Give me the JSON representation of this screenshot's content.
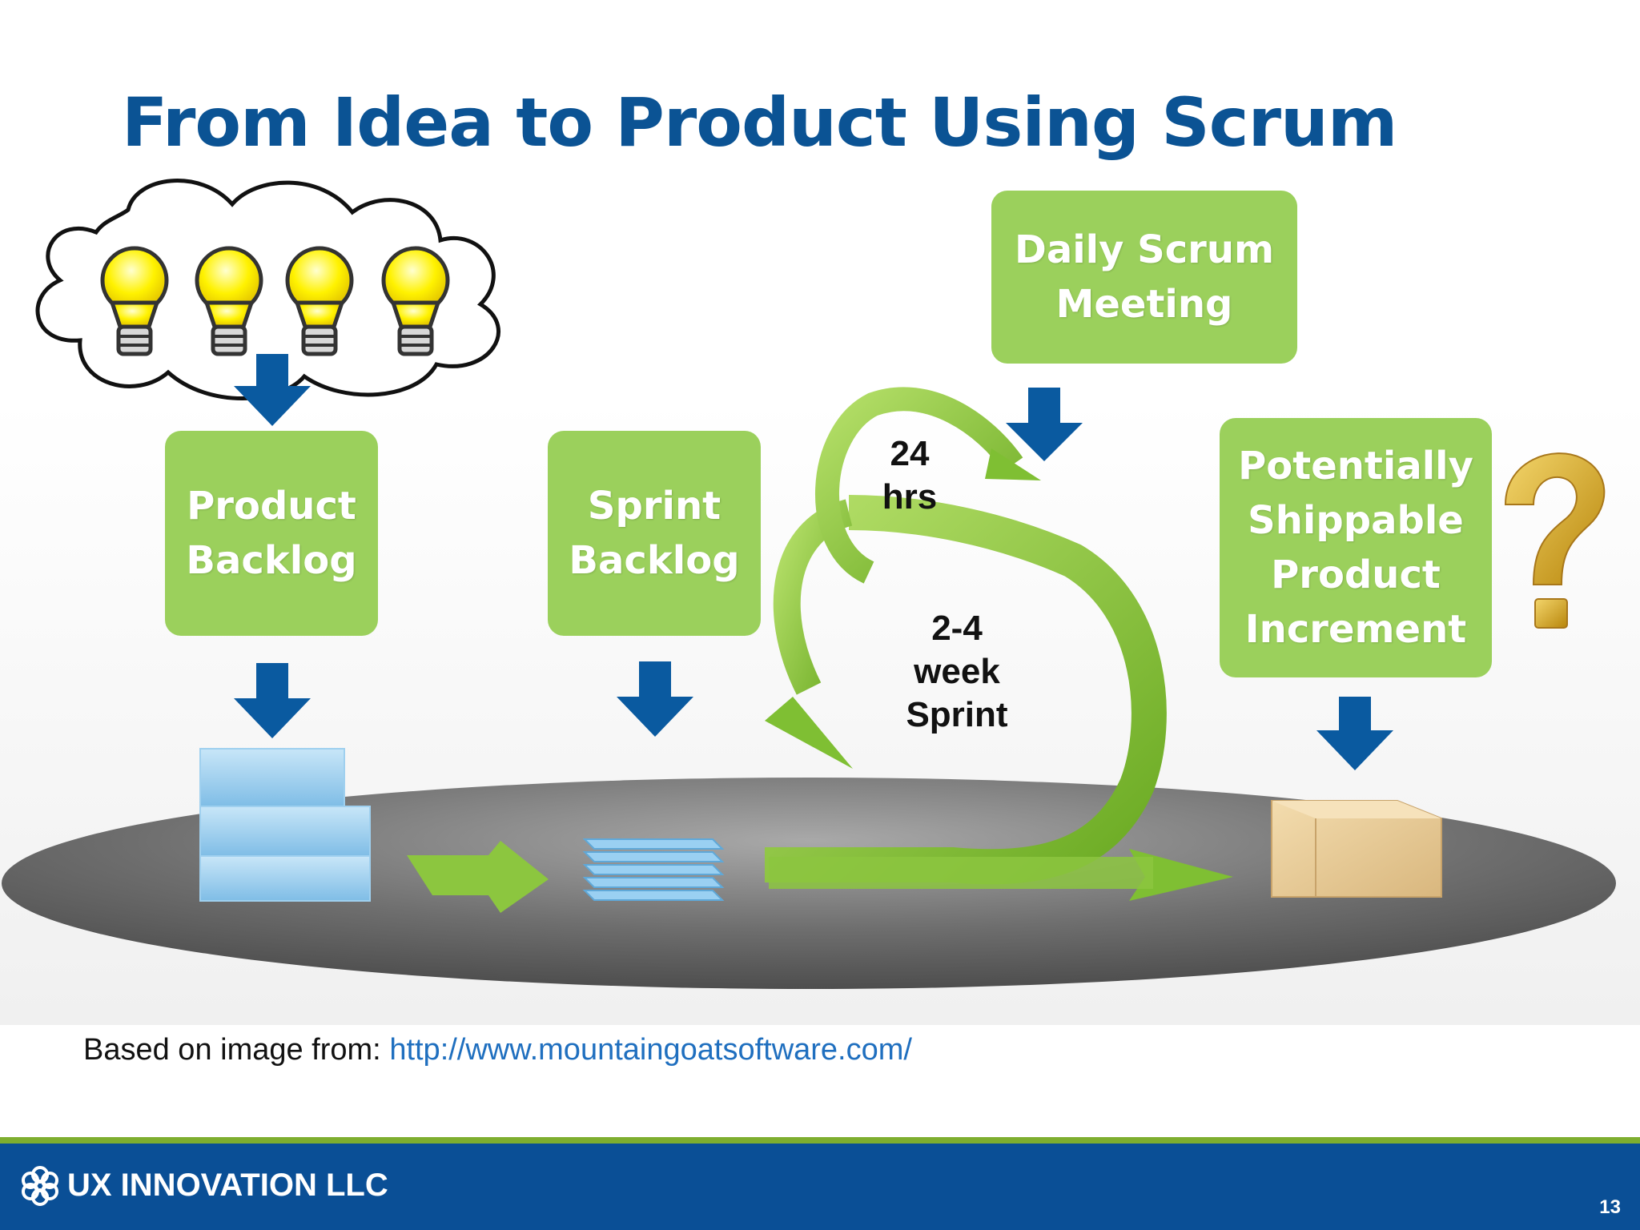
{
  "slide": {
    "title": "From Idea to Product Using Scrum",
    "page_number": "13"
  },
  "diagram": {
    "nodes": {
      "product_backlog": "Product\nBacklog",
      "sprint_backlog": "Sprint\nBacklog",
      "daily_scrum": "Daily Scrum\nMeeting",
      "increment": "Potentially\nShippable\nProduct\nIncrement"
    },
    "labels": {
      "daily_cycle": "24\nhrs",
      "sprint_cycle": "2-4\nweek\nSprint"
    },
    "idea_bulb_count": 4,
    "colors": {
      "box": "#9bd05c",
      "arrow": "#0a5aa0",
      "loop_arrow": "#8cc63f",
      "title": "#0b5394"
    }
  },
  "credit": {
    "prefix": "Based on image from: ",
    "url": "http://www.mountaingoatsoftware.com/"
  },
  "footer": {
    "company": "UX INNOVATION LLC",
    "logo_icon": "flower-logo-icon"
  }
}
